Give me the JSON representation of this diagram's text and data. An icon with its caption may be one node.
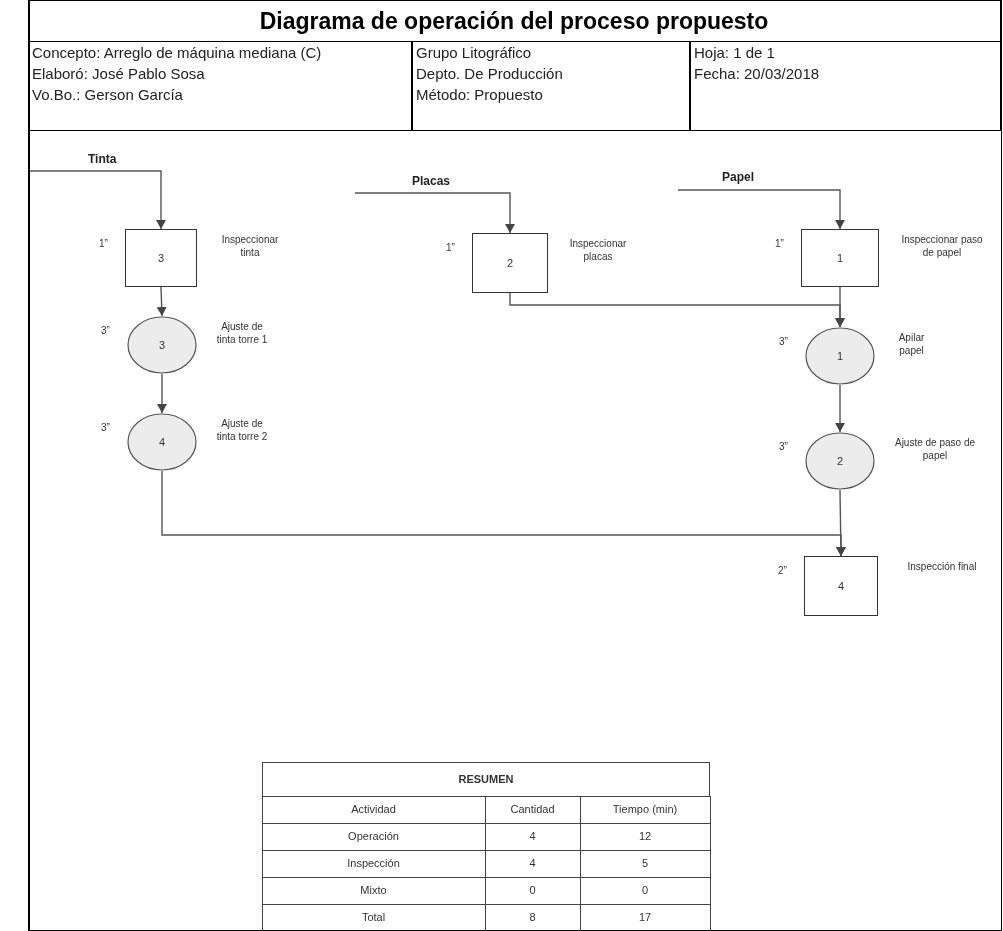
{
  "diagram": {
    "title": "Diagrama de operación del proceso propuesto",
    "nodes": [
      {
        "text": [
          "3"
        ],
        "beside": [
          "1”",
          "Inspeccionar tinta"
        ]
      },
      {
        "text": [
          "3"
        ],
        "beside": [
          "3”",
          "Ajuste de tinta torre 1"
        ]
      },
      {
        "text": [
          "4"
        ],
        "beside": [
          "3”",
          "Ajuste de tinta torre 2"
        ]
      },
      {
        "text": [
          "2"
        ],
        "beside": [
          "1”",
          "Inspeccionar placas"
        ]
      },
      {
        "text": [
          "1"
        ],
        "beside": [
          "1”",
          "Inspeccionar paso de papel"
        ]
      },
      {
        "text": [
          "1"
        ],
        "beside": [
          "3”",
          "Apilar papel"
        ]
      },
      {
        "text": [
          "2"
        ],
        "beside": [
          "3”",
          "Ajuste de paso de papel"
        ]
      },
      {
        "text": [
          "4"
        ],
        "beside": [
          "2”",
          "Inspección final"
        ]
      }
    ],
    "edges": [
      {
        "from": null,
        "to": 0,
        "arrow": "to",
        "label": "Tinta"
      },
      {
        "from": null,
        "to": 3,
        "arrow": "to",
        "label": "Placas"
      },
      {
        "from": null,
        "to": 4,
        "arrow": "to",
        "label": "Papel"
      },
      {
        "from": 0,
        "to": 1,
        "arrow": "to"
      },
      {
        "from": 1,
        "to": 2,
        "arrow": "to"
      },
      {
        "from": 3,
        "to": 5,
        "arrow": "to"
      },
      {
        "from": 4,
        "to": 5,
        "arrow": "to"
      },
      {
        "from": 5,
        "to": 6,
        "arrow": "to"
      },
      {
        "from": 2,
        "to": 7,
        "arrow": "to"
      },
      {
        "from": 6,
        "to": 7,
        "arrow": "to"
      }
    ],
    "labels": [
      "Concepto: Arreglo de máquina mediana (C)",
      "Elaboró: José Pablo Sosa",
      "Vo.Bo.: Gerson García",
      "Grupo Litográfico",
      "Depto. De Producción",
      "Método: Propuesto",
      "Hoja: 1 de 1",
      "Fecha: 20/03/2018",
      "RESUMEN",
      "Actividad",
      "Cantidad",
      "Tiempo (min)",
      "Operación",
      "4",
      "12",
      "Inspección",
      "4",
      "5",
      "Mixto",
      "0",
      "0",
      "Total",
      "8",
      "17"
    ]
  }
}
